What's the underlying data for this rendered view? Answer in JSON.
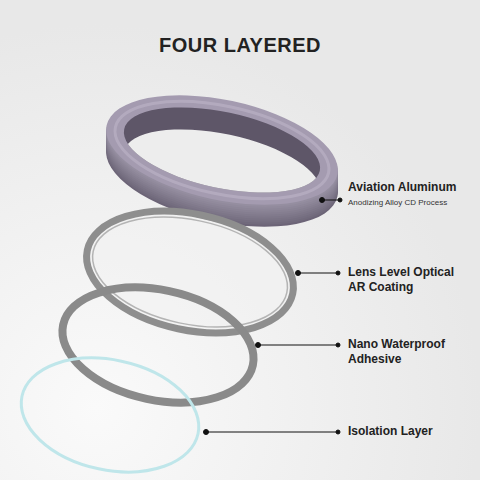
{
  "diagram": {
    "title": "FOUR LAYERED",
    "labels": [
      "Aviation Aluminum",
      "Anodizing Alloy CD Process",
      "Lens Level Optical AR Coating",
      "Nano Waterproof Adhesive",
      "Isolation Layer"
    ]
  }
}
